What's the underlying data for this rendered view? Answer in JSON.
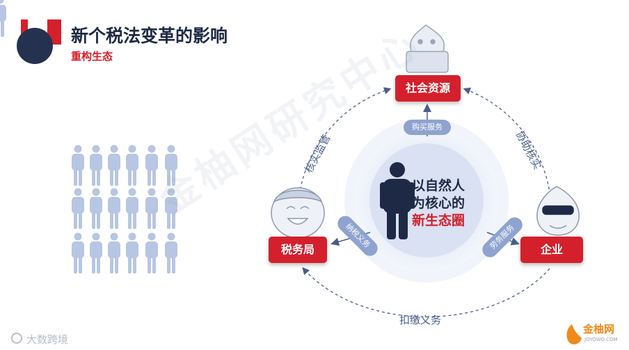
{
  "header": {
    "title": "新个税法变革的影响",
    "subtitle": "重构生态"
  },
  "watermark": "金柚网研究中心",
  "nodes": {
    "society": "社会资源",
    "tax_bureau": "税务局",
    "enterprise": "企业"
  },
  "pills": {
    "buy_service": "购买服务",
    "pay_tax": "纳税义务",
    "labor_service": "劳务服务"
  },
  "cycle_labels": {
    "supervise": "核实监管",
    "assist": "协助核实",
    "withhold": "扣缴义务"
  },
  "center": {
    "line1": "以自然人",
    "line2": "为核心的",
    "line3": "新生态圈"
  },
  "footer": {
    "left_logo": "大数跨境",
    "right_logo": "金柚网",
    "right_logo_sub": "JOYOWO.COM"
  },
  "colors": {
    "brand_red": "#d4202c",
    "navy": "#1e2a45",
    "pill_blue": "#8ea3cf",
    "figure_light": "#b7c6e2"
  },
  "icons": {
    "crowd": "person-crowd-icon",
    "center_person": "person-icon",
    "society_mascot": "mascot-icon",
    "tax_mascot": "mascot-icon",
    "enterprise_mascot": "mascot-icon"
  }
}
